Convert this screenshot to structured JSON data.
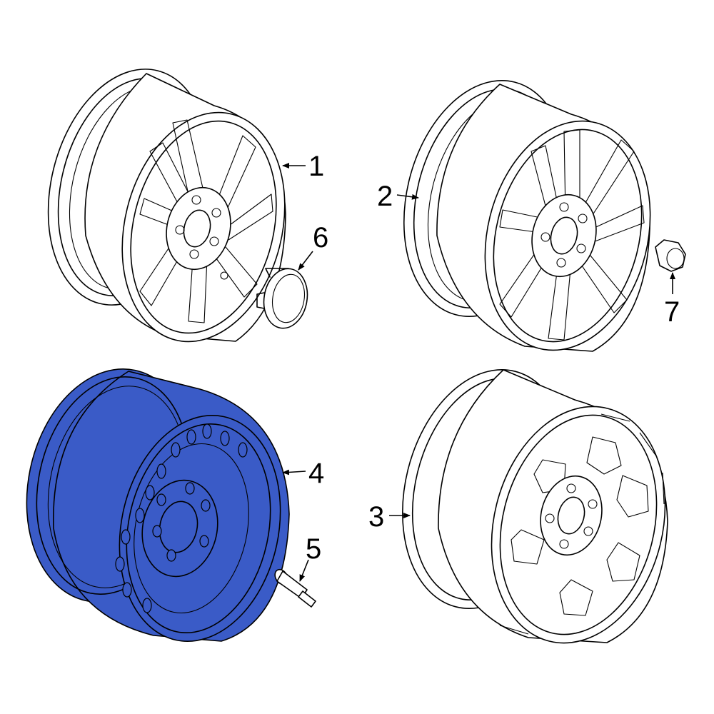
{
  "highlight_color": "#3a5bc7",
  "highlighted_part": "4",
  "callouts": [
    {
      "id": "1",
      "label": "1"
    },
    {
      "id": "2",
      "label": "2"
    },
    {
      "id": "3",
      "label": "3"
    },
    {
      "id": "4",
      "label": "4"
    },
    {
      "id": "5",
      "label": "5"
    },
    {
      "id": "6",
      "label": "6"
    },
    {
      "id": "7",
      "label": "7"
    }
  ]
}
